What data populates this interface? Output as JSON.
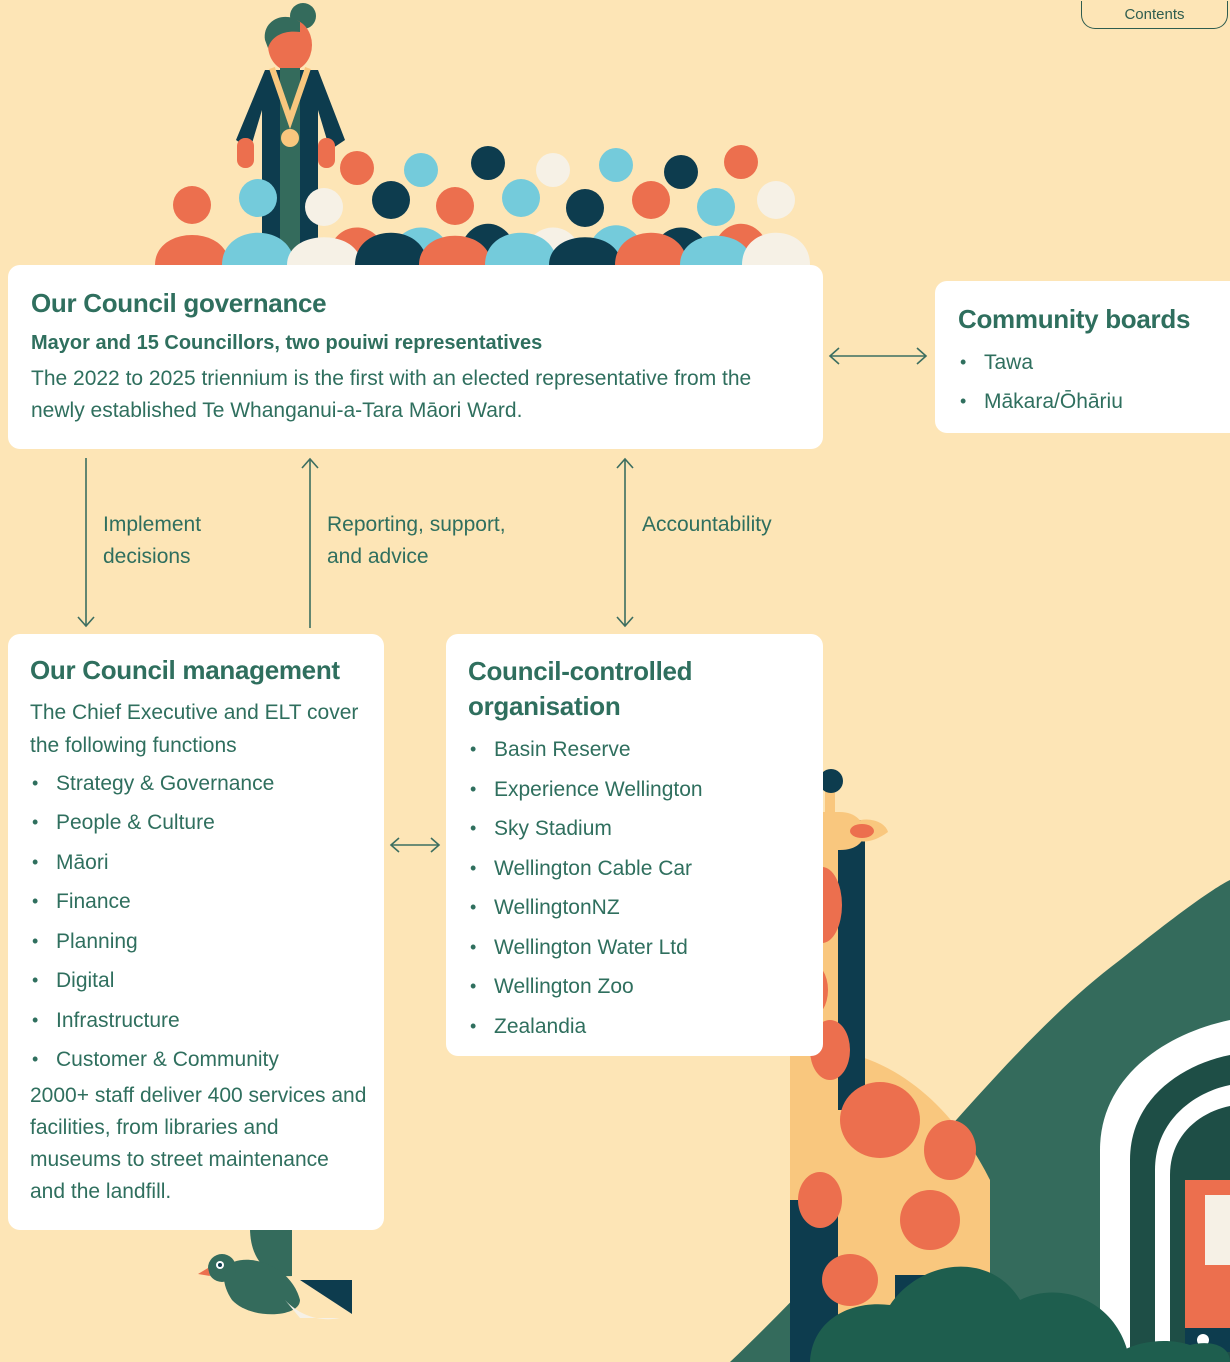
{
  "nav": {
    "contents_label": "Contents"
  },
  "governance": {
    "title": "Our Council governance",
    "subtitle": "Mayor and 15 Councillors, two pouiwi representatives",
    "text": "The 2022 to 2025 triennium is the first with an elected representative from the newly established Te Whanganui-a-Tara Māori Ward."
  },
  "community_boards": {
    "title": "Community boards",
    "items": [
      "Tawa",
      "Mākara/Ōhāriu"
    ]
  },
  "connectors": {
    "implement": "Implement decisions",
    "reporting": "Reporting, support, and advice",
    "accountability": "Accountability"
  },
  "management": {
    "title": "Our Council management",
    "intro": "The Chief Executive and ELT cover the following functions",
    "items": [
      "Strategy & Governance",
      "People & Culture",
      "Māori",
      "Finance",
      "Planning",
      "Digital",
      "Infrastructure",
      "Customer & Community"
    ],
    "outro": "2000+ staff deliver 400 services and facilities, from libraries and museums to street maintenance and the landfill."
  },
  "cco": {
    "title": "Council-controlled organisation",
    "items": [
      "Basin Reserve",
      "Experience Wellington",
      "Sky Stadium",
      "Wellington Cable Car",
      "WellingtonNZ",
      "Wellington Water Ltd",
      "Wellington Zoo",
      "Zealandia"
    ]
  },
  "colors": {
    "background": "#FDE5B6",
    "heading": "#2F6F5E",
    "orange": "#EC6F4E",
    "navy": "#0D3C4E",
    "blue": "#74CBDB",
    "cream": "#F6F1E6",
    "green": "#346B5C"
  }
}
